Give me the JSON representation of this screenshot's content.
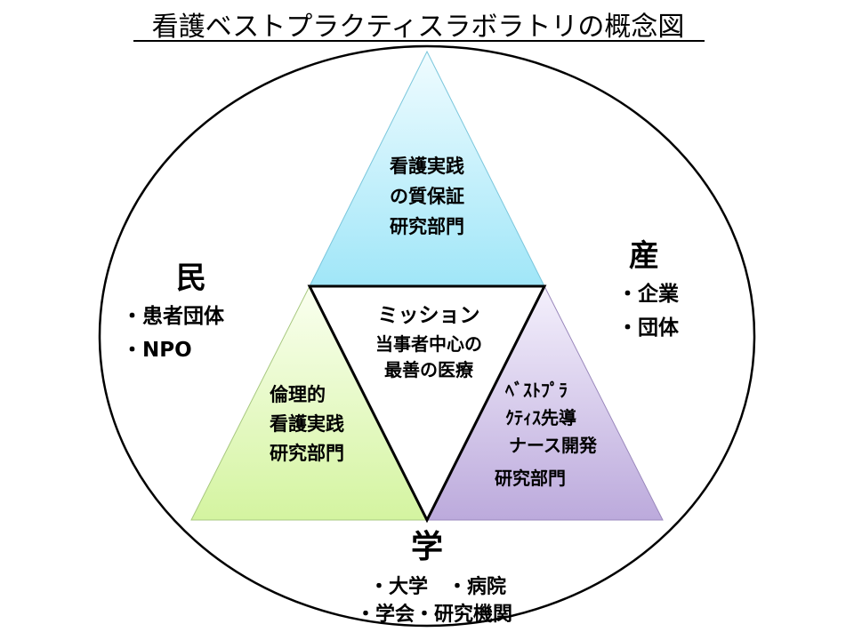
{
  "title": "看護ベストプラクティスラボラトリの概念図",
  "colors": {
    "top": "#a8e8f8",
    "left": "#d8f5a8",
    "right": "#c0b0e0",
    "center": "#ffffff"
  },
  "top_triangle": {
    "lines": [
      "看護実践",
      "の質保証",
      "研究部門"
    ]
  },
  "center_triangle": {
    "heading": "ミッション",
    "lines": [
      "当事者中心の",
      "最善の医療"
    ]
  },
  "left_triangle": {
    "lines": [
      "倫理的",
      "看護実践",
      "研究部門"
    ]
  },
  "right_triangle": {
    "lines": [
      "ﾍﾞｽﾄﾌﾟﾗ",
      "ｸﾃｨｽ先導",
      "ナース開発",
      "研究部門"
    ]
  },
  "min": {
    "heading": "民",
    "items": [
      "・患者団体",
      "・NPO"
    ]
  },
  "san": {
    "heading": "産",
    "items": [
      "・企業",
      "・団体"
    ]
  },
  "gaku": {
    "heading": "学",
    "items": [
      "・大学　・病院",
      "・学会・研究機関"
    ]
  }
}
